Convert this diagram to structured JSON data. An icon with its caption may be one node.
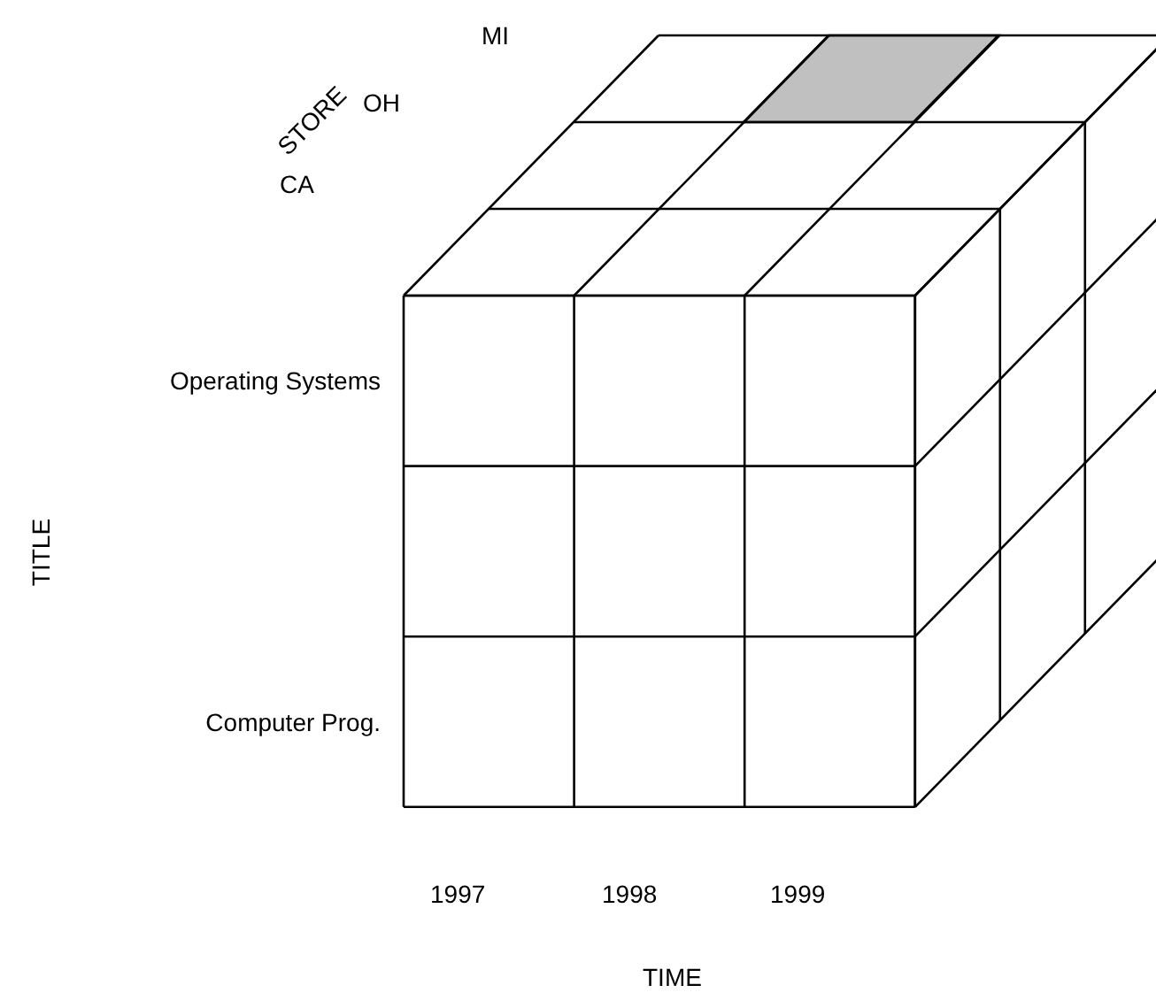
{
  "diagram": {
    "labels": [
      "MI",
      "STORE",
      "OH",
      "CA",
      "Operating Systems",
      "Computer Prog.",
      "TITLE",
      "1997",
      "1998",
      "1999",
      "TIME"
    ]
  }
}
